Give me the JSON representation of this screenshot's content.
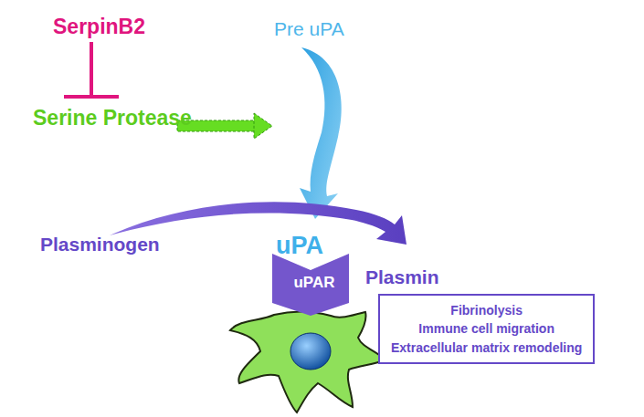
{
  "diagram": {
    "nodes": [
      {
        "text": [
          "uPAR"
        ]
      },
      {
        "text": [
          "Fibrinolysis",
          "Immune cell migration",
          "Extracellular matrix remodeling"
        ]
      }
    ],
    "labels": [
      "SerpinB2",
      "Serine Protease",
      "Pre uPA",
      "Plasminogen",
      "uPA",
      "Plasmin"
    ]
  }
}
